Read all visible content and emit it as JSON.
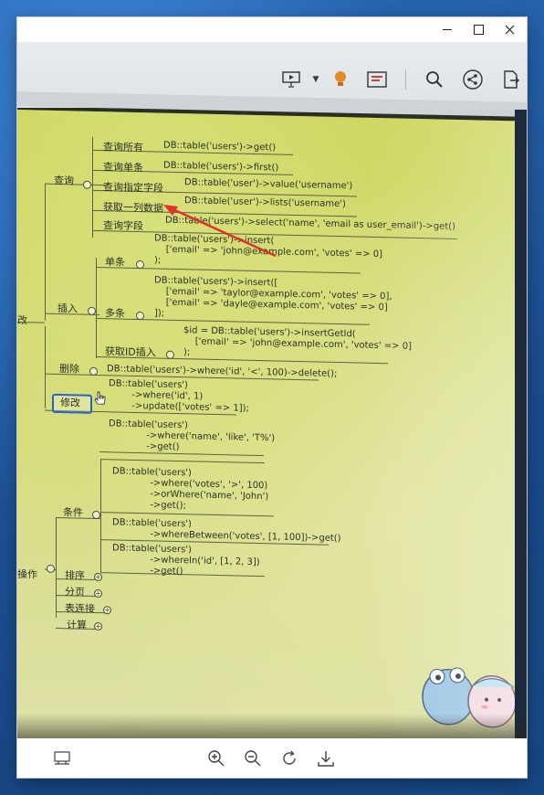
{
  "window": {
    "buttons": {
      "minimize": "minimize",
      "maximize": "maximize",
      "close": "close"
    }
  },
  "captured_toolbar": {
    "icons": [
      "slideshow-icon",
      "dropdown-arrow-icon",
      "lightbulb-icon",
      "screen-icon",
      "search-icon",
      "share-icon",
      "export-icon"
    ]
  },
  "mindmap": {
    "left_fragments": [
      "改",
      "操作"
    ],
    "query": {
      "label": "查询",
      "children": [
        {
          "label": "查询所有",
          "code": "DB::table('users')->get()"
        },
        {
          "label": "查询单条",
          "code": "DB::table('users')->first()"
        },
        {
          "label": "查询指定字段",
          "code": "DB::table('user')->value('username')"
        },
        {
          "label": "获取一列数据",
          "code": "DB::table('user')->lists('username')"
        },
        {
          "label": "查询字段",
          "code": "DB::table('users')->select('name', 'email as user_email')->get()"
        }
      ]
    },
    "insert": {
      "label": "插入",
      "children": [
        {
          "label": "单条",
          "code": "DB::table('users')->insert(\n    ['email' => 'john@example.com', 'votes' => 0]\n);"
        },
        {
          "label": "多条",
          "code": "DB::table('users')->insert([\n    ['email' => 'taylor@example.com', 'votes' => 0],\n    ['email' => 'dayle@example.com', 'votes' => 0]\n]);"
        },
        {
          "label": "获取ID插入",
          "code": "$id = DB::table('users')->insertGetId(\n    ['email' => 'john@example.com', 'votes' => 0]\n);"
        }
      ]
    },
    "delete": {
      "label": "删除",
      "code": "DB::table('users')->where('id', '<', 100)->delete();"
    },
    "update": {
      "label": "修改",
      "code": "DB::table('users')\n        ->where('id', 1)\n        ->update(['votes' => 1]);"
    },
    "ops": {
      "top_code": "DB::table('users')\n             ->where('name', 'like', 'T%')\n             ->get()",
      "condition": {
        "label": "条件",
        "codes": [
          "DB::table('users')\n             ->where('votes', '>', 100)\n             ->orWhere('name', 'John')\n             ->get();",
          "DB::table('users')\n             ->whereBetween('votes', [1, 100])->get()",
          "DB::table('users')\n             ->whereIn('id', [1, 2, 3])\n             ->get()"
        ]
      },
      "children": [
        "排序",
        "分页",
        "表连接",
        "计算"
      ]
    }
  },
  "viewer_toolbar": {
    "icons": [
      "fit-screen-icon",
      "zoom-in-icon",
      "zoom-out-icon",
      "rotate-icon",
      "download-icon"
    ]
  }
}
